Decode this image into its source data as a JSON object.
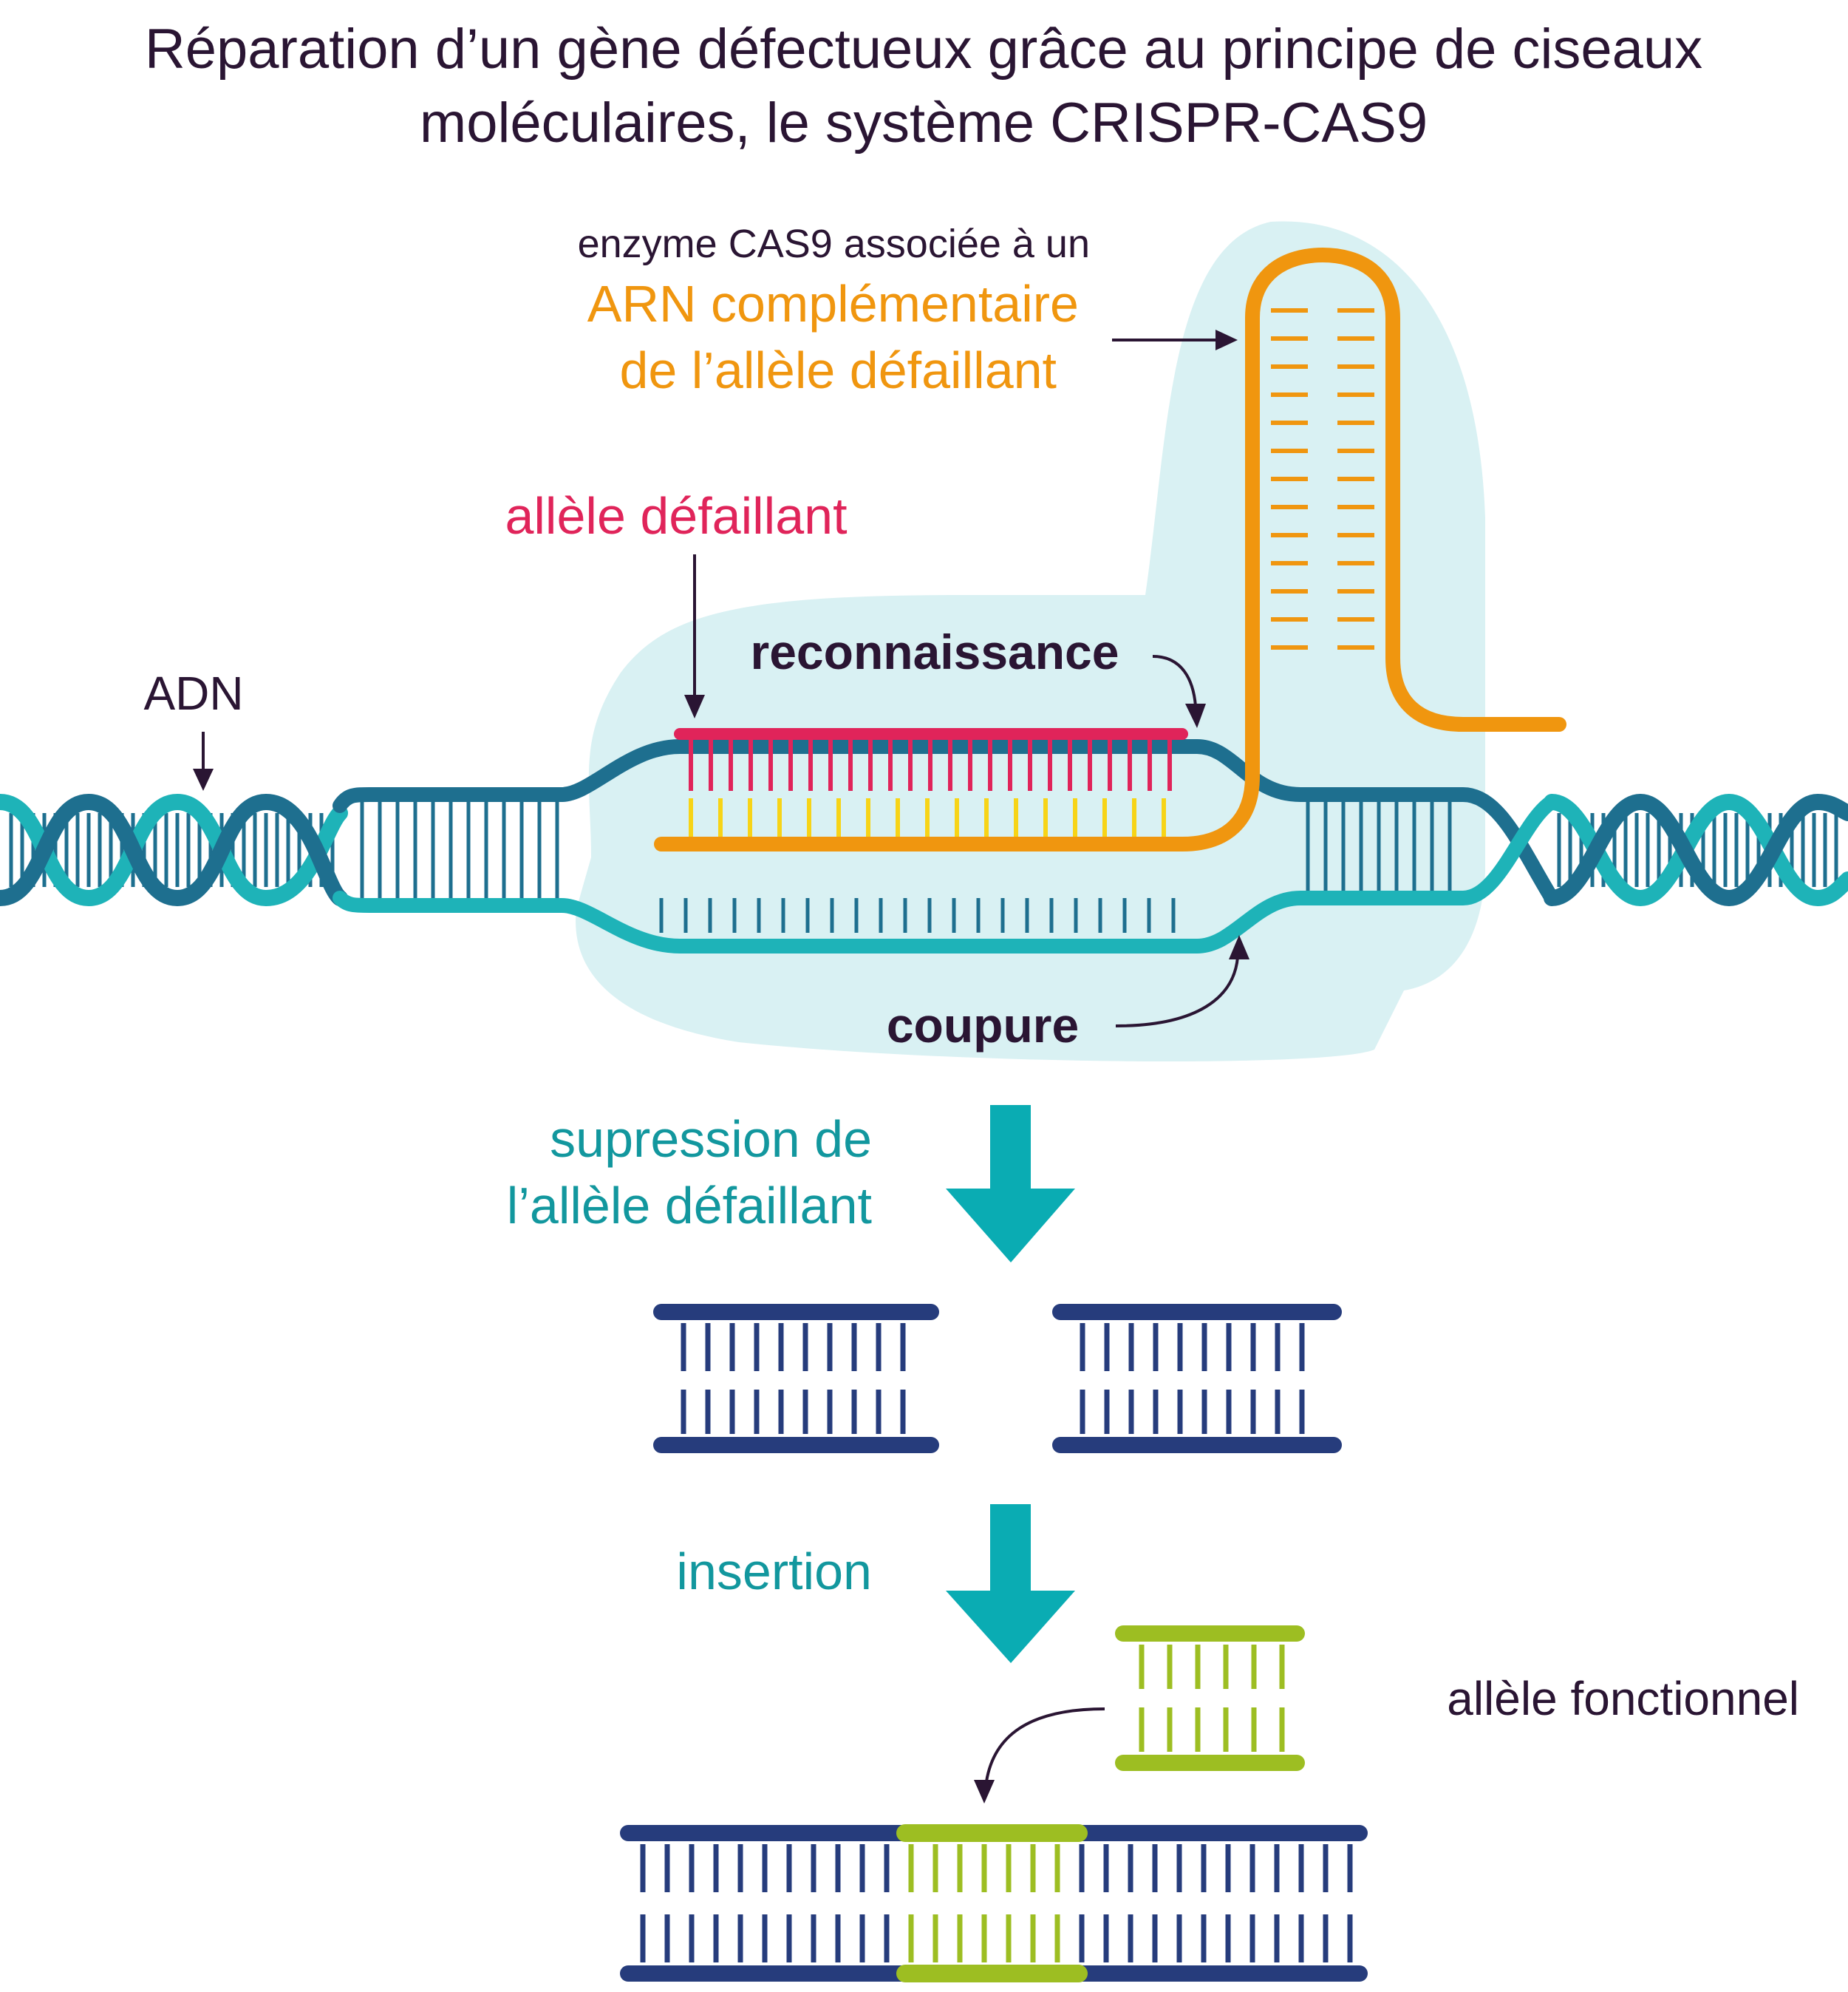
{
  "title": {
    "line1": "Réparation d’un gène défectueux grâce au principe de ciseaux",
    "line2": "moléculaires, le système CRISPR-CAS9"
  },
  "labels": {
    "enzyme": "enzyme CAS9 associée à un",
    "arn_line1": "ARN complémentaire",
    "arn_line2": "de l’allèle défaillant",
    "allele_defaillant": "allèle défaillant",
    "reconnaissance": "reconnaissance",
    "adn": "ADN",
    "coupure": "coupure",
    "suppression_line1": "supression de",
    "suppression_line2": "l’allèle défaillant",
    "insertion": "insertion",
    "allele_fonctionnel": "allèle fonctionnel"
  },
  "colors": {
    "text": "#2a1533",
    "arn": "#f0960f",
    "allele_defaillant": "#e0245a",
    "guide_rungs": "#f7d417",
    "dna_dark": "#1e6f8f",
    "dna_light": "#1eb3b8",
    "enzyme_blob": "#d9f1f3",
    "step_arrow": "#0aacb3",
    "step_text": "#12979e",
    "fragment": "#263c7c",
    "allele_fonctionnel": "#9dbe22"
  }
}
